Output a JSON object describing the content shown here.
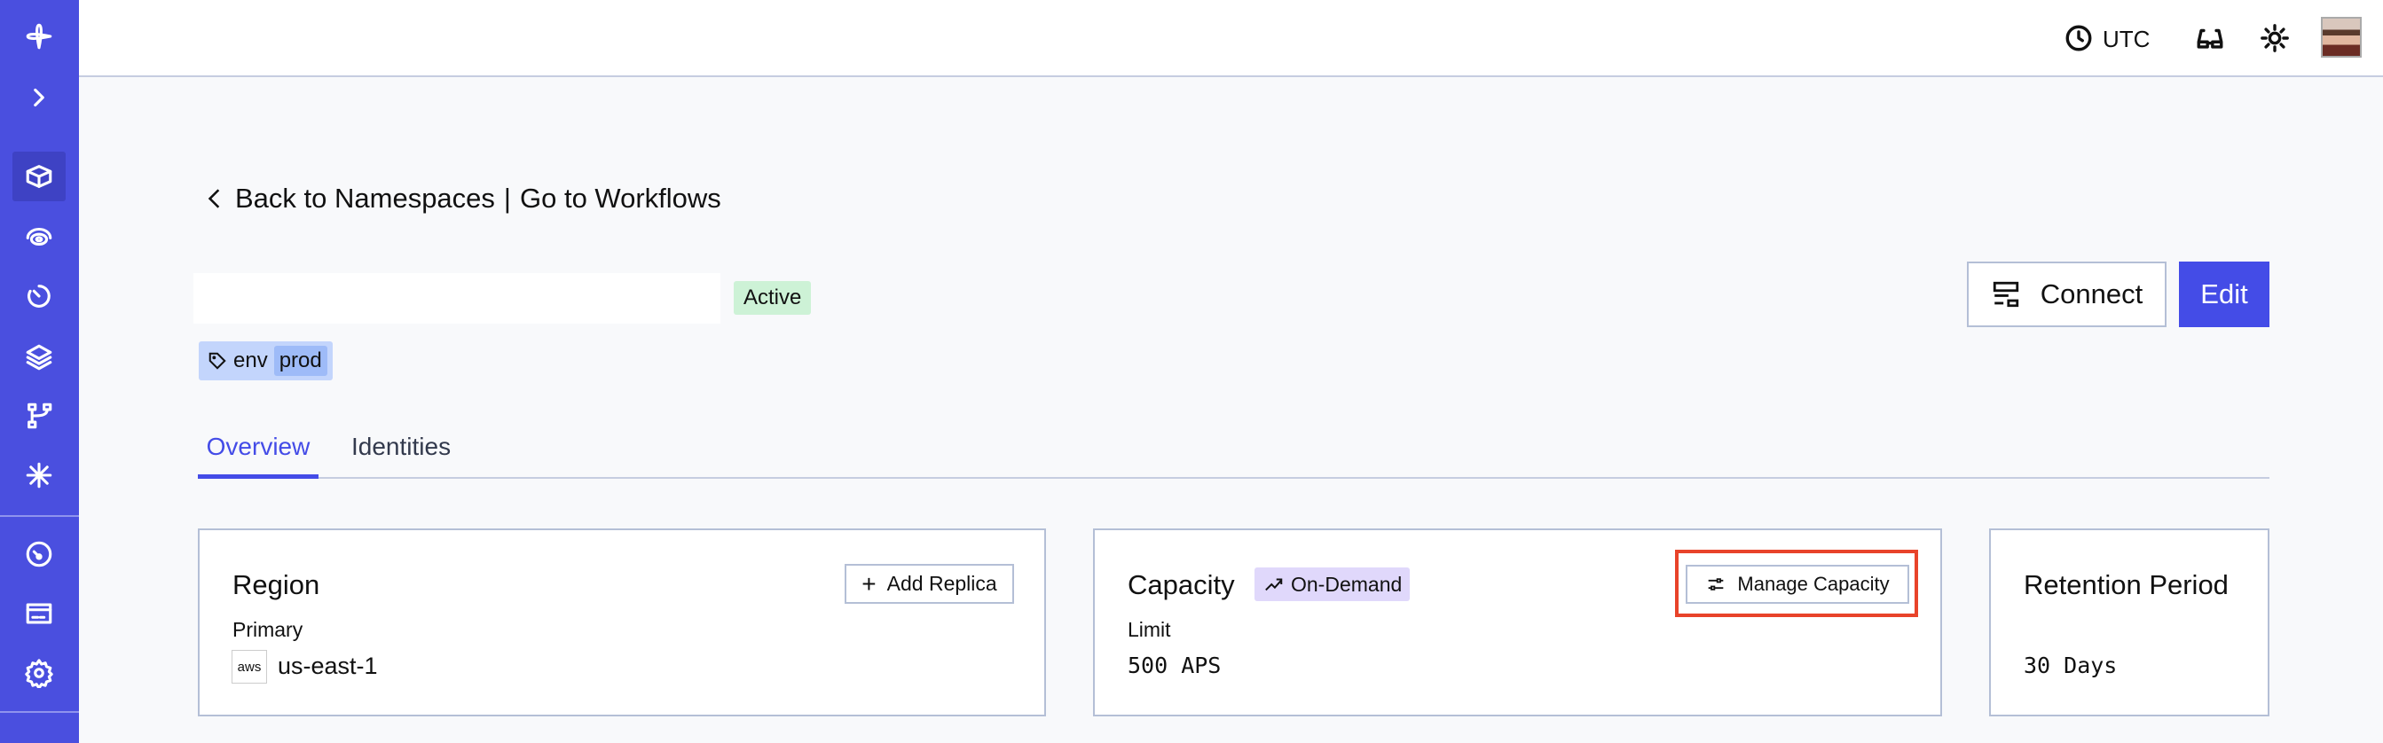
{
  "sidebar": {
    "items": [
      {
        "name": "logo",
        "icon": "logo-icon"
      },
      {
        "name": "expand",
        "icon": "chevron-right-icon"
      },
      {
        "name": "namespaces",
        "icon": "cube-icon",
        "active": true
      },
      {
        "name": "observability",
        "icon": "signal-icon"
      },
      {
        "name": "history",
        "icon": "timer-icon"
      },
      {
        "name": "layers",
        "icon": "layers-icon"
      },
      {
        "name": "workflows",
        "icon": "git-branch-icon"
      },
      {
        "name": "asterisk",
        "icon": "asterisk-icon"
      },
      {
        "name": "usage",
        "icon": "gauge-icon"
      },
      {
        "name": "billing",
        "icon": "credit-card-icon"
      },
      {
        "name": "settings",
        "icon": "gear-icon"
      }
    ]
  },
  "header": {
    "timezone": "UTC"
  },
  "nav": {
    "back": "Back to Namespaces",
    "separator": "|",
    "workflows": "Go to Workflows"
  },
  "namespace": {
    "status": "Active",
    "tag_key": "env",
    "tag_value": "prod"
  },
  "actions": {
    "connect": "Connect",
    "edit": "Edit"
  },
  "tabs": [
    {
      "label": "Overview",
      "active": true
    },
    {
      "label": "Identities",
      "active": false
    }
  ],
  "region": {
    "title": "Region",
    "add_replica": "Add Replica",
    "primary_label": "Primary",
    "provider": "aws",
    "value": "us-east-1"
  },
  "capacity": {
    "title": "Capacity",
    "mode": "On-Demand",
    "manage": "Manage Capacity",
    "limit_label": "Limit",
    "limit_value": "500 APS"
  },
  "retention": {
    "title": "Retention Period",
    "value": "30 Days"
  },
  "colors": {
    "sidebar": "#4a4fdf",
    "accent": "#444ce7",
    "active_badge": "#cdf2d6",
    "on_demand_badge": "#e0d8fb",
    "tag": "#c3d5fc",
    "tag_value": "#9ebbf8",
    "highlight": "#e8432a"
  }
}
